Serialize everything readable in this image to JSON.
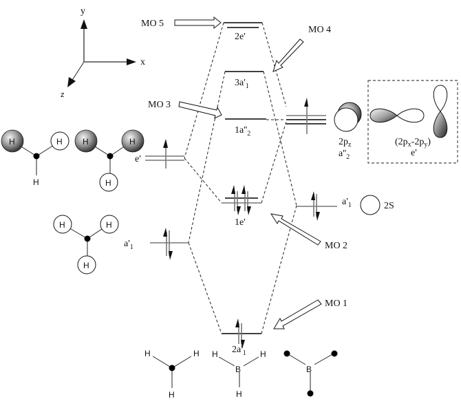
{
  "axes": {
    "x": "x",
    "y": "y",
    "z": "z"
  },
  "pointers": [
    {
      "label": "MO 5",
      "target": "2e'"
    },
    {
      "label": "MO 4",
      "target": "3a'1"
    },
    {
      "label": "MO 3",
      "target": "1a''2"
    },
    {
      "label": "MO 2",
      "target": "1e'"
    },
    {
      "label": "MO 1",
      "target": "2a'1"
    }
  ],
  "mo_levels": {
    "2e": {
      "main": "2e'"
    },
    "3a1": {
      "main": "3a'",
      "sub": "1"
    },
    "1a2": {
      "main": "1a''",
      "sub": "2"
    },
    "1e": {
      "main": "1e'"
    },
    "2a1": {
      "main": "2a'",
      "sub": "1"
    }
  },
  "ligand_levels": {
    "e": {
      "main": "e'",
      "electrons": 1
    },
    "a1": {
      "main": "a'",
      "sub": "1",
      "electrons": 2
    }
  },
  "boron_levels": {
    "p": {
      "electrons": 1,
      "orbital_main": "2p",
      "orbital_sub": "z",
      "symmetry_main": "a''",
      "symmetry_sub": "2"
    },
    "s": {
      "main": "a'",
      "sub": "1",
      "electrons": 2,
      "orbital": "2S"
    }
  },
  "inplane_p_box": {
    "label_pre": "(2p",
    "label_x": "x",
    "label_mid": "-2p",
    "label_y": "y",
    "label_post": ")",
    "symmetry": "e'"
  },
  "atoms": {
    "H": "H",
    "B": "B"
  }
}
